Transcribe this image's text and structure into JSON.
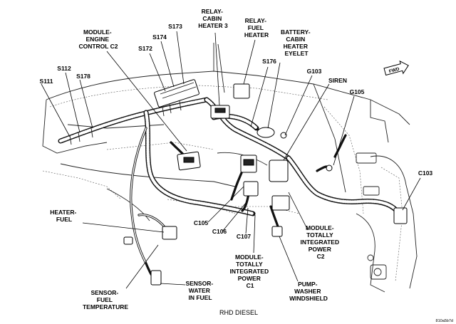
{
  "labels": {
    "s111": "S111",
    "s112": "S112",
    "s178": "S178",
    "module_engine_control_c2": [
      "MODULE-",
      "ENGINE",
      "CONTROL C2"
    ],
    "s172": "S172",
    "s174": "S174",
    "s173": "S173",
    "relay_cabin_heater_3": [
      "RELAY-",
      "CABIN",
      "HEATER 3"
    ],
    "relay_fuel_heater": [
      "RELAY-",
      "FUEL",
      "HEATER"
    ],
    "battery_cabin_heater_eyelet": [
      "BATTERY-",
      "CABIN",
      "HEATER",
      "EYELET"
    ],
    "s176": "S176",
    "g103": "G103",
    "siren": "SIREN",
    "g105": "G105",
    "c103": "C103",
    "heater_fuel": [
      "HEATER-",
      "FUEL"
    ],
    "c105": "C105",
    "c106": "C106",
    "c107": "C107",
    "module_tipm_c2": [
      "MODULE-",
      "TOTALLY",
      "INTEGRATED",
      "POWER",
      "C2"
    ],
    "module_tipm_c1": [
      "MODULE-",
      "TOTALLY",
      "INTEGRATED",
      "POWER",
      "C1"
    ],
    "pump_washer_windshield": [
      "PUMP-",
      "WASHER",
      "WINDSHIELD"
    ],
    "sensor_fuel_temperature": [
      "SENSOR-",
      "FUEL",
      "TEMPERATURE"
    ],
    "sensor_water_in_fuel": [
      "SENSOR-",
      "WATER",
      "IN FUEL"
    ],
    "fwd": "FWD"
  },
  "caption": "RHD DIESEL",
  "figure_id": "810a5b7d"
}
